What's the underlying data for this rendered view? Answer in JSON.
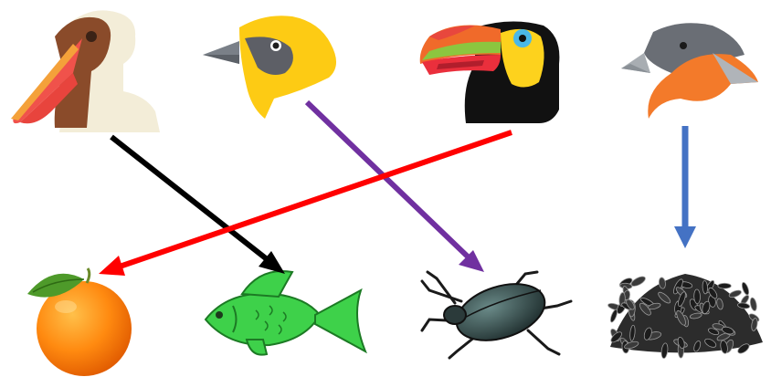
{
  "diagram": {
    "birds": [
      {
        "id": "pelican",
        "icon": "pelican-head-icon"
      },
      {
        "id": "yellow-bird",
        "icon": "yellow-bird-head-icon"
      },
      {
        "id": "toucan",
        "icon": "toucan-head-icon"
      },
      {
        "id": "finch",
        "icon": "finch-head-icon"
      }
    ],
    "foods": [
      {
        "id": "orange",
        "icon": "orange-icon"
      },
      {
        "id": "fish",
        "icon": "fish-icon"
      },
      {
        "id": "beetle",
        "icon": "beetle-icon"
      },
      {
        "id": "seeds",
        "icon": "sunflower-seeds-icon"
      }
    ],
    "arrows": [
      {
        "from": "pelican",
        "to": "fish",
        "color": "#000000"
      },
      {
        "from": "yellow-bird",
        "to": "beetle",
        "color": "#7030a0"
      },
      {
        "from": "toucan",
        "to": "orange",
        "color": "#ff0000"
      },
      {
        "from": "finch",
        "to": "seeds",
        "color": "#4472c4"
      }
    ]
  }
}
